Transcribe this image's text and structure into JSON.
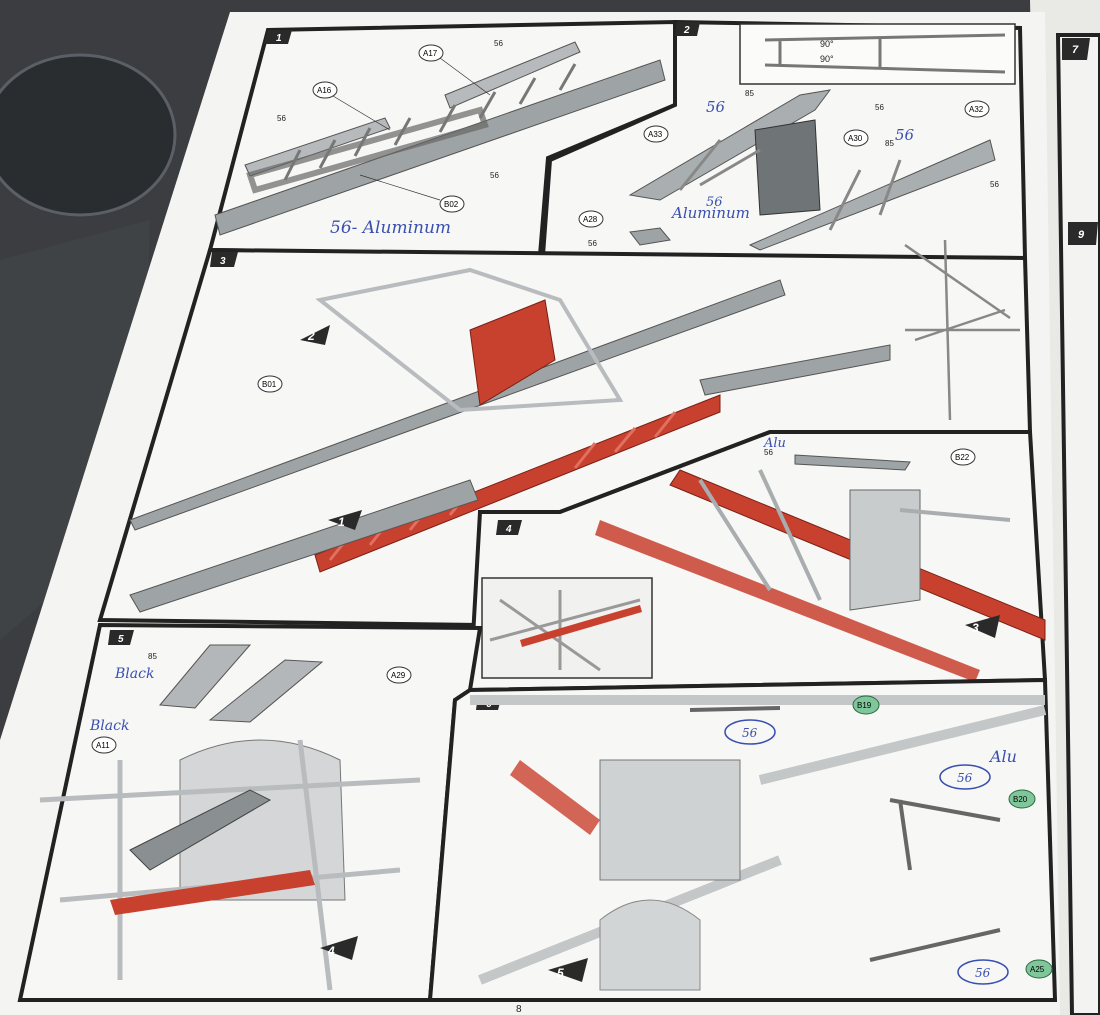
{
  "page": {
    "page_number": "8"
  },
  "steps": [
    {
      "number": "1",
      "callouts": [
        "A17",
        "A16",
        "B02"
      ],
      "color_refs": [
        "56",
        "56",
        "56"
      ],
      "handwritten": [
        "56- Aluminum"
      ]
    },
    {
      "number": "2",
      "callouts": [
        "A33",
        "A30",
        "A32",
        "A28"
      ],
      "color_refs": [
        "85",
        "56",
        "56",
        "85",
        "56"
      ],
      "angles": [
        "90°",
        "90°"
      ],
      "handwritten": [
        "56",
        "56",
        "56",
        "Aluminum"
      ]
    },
    {
      "number": "3",
      "callouts": [
        "B01"
      ],
      "sub_refs": [
        "2",
        "1"
      ]
    },
    {
      "number": "4",
      "callouts": [
        "B22"
      ],
      "color_refs": [
        "56"
      ],
      "sub_refs": [
        "3"
      ],
      "handwritten": [
        "Alu"
      ]
    },
    {
      "number": "5",
      "callouts": [
        "A29",
        "A11"
      ],
      "color_refs": [
        "85"
      ],
      "sub_refs": [
        "4"
      ],
      "handwritten": [
        "Black",
        "Black"
      ]
    },
    {
      "number": "6",
      "callouts": [
        "B19",
        "B20",
        "A25"
      ],
      "sub_refs": [
        "5"
      ],
      "handwritten": [
        "56",
        "56",
        "56",
        "Alu"
      ]
    }
  ],
  "next_page_steps": [
    "7",
    "9"
  ],
  "colors": {
    "paper": "#f4f4f2",
    "frame": "#2a2a2a",
    "part_grey": "#9ea3a5",
    "highlight_red": "#c8402e",
    "green_callout": "#7fc79a",
    "ink": "#3a4fb0"
  }
}
